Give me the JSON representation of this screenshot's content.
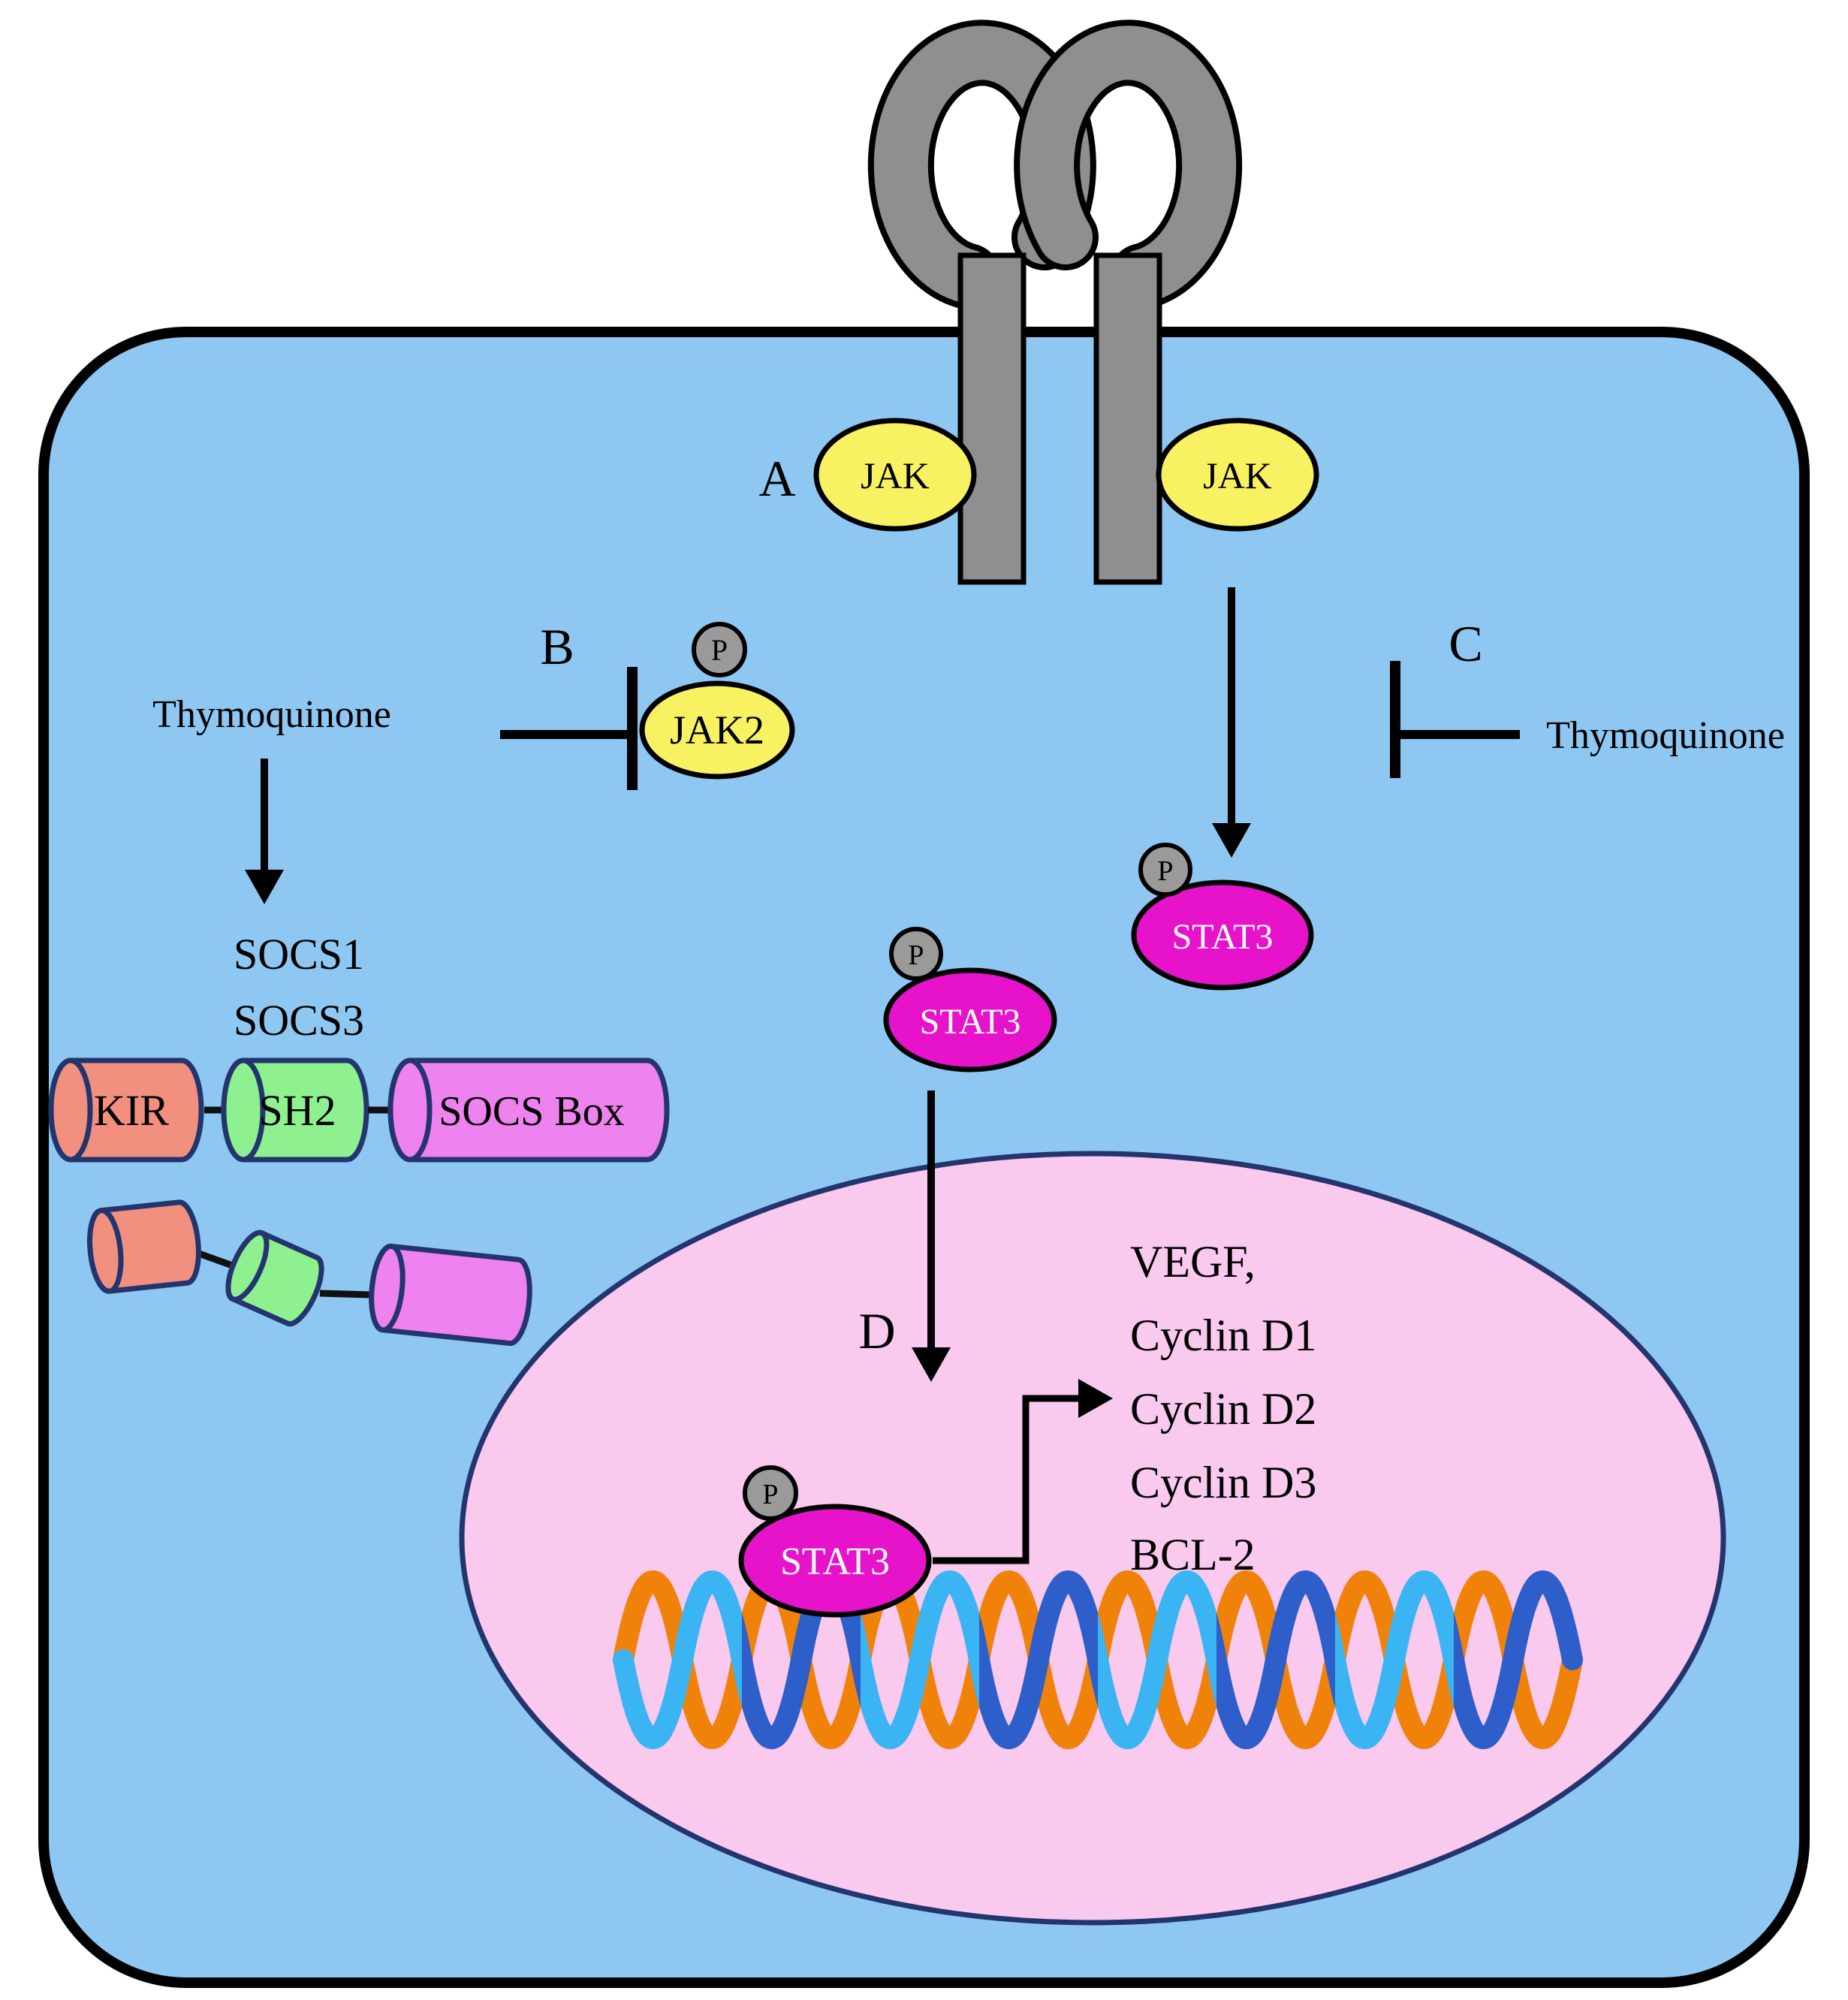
{
  "labels": {
    "a": "A",
    "b": "B",
    "c": "C",
    "d": "D"
  },
  "receptor": {
    "jak_left": "JAK",
    "jak_right": "JAK"
  },
  "jak2": {
    "label": "JAK2",
    "phospho": "P"
  },
  "stat3_cyto_right": {
    "label": "STAT3",
    "phospho": "P"
  },
  "stat3_cyto_mid": {
    "label": "STAT3",
    "phospho": "P"
  },
  "stat3_nuclear": {
    "label": "STAT3",
    "phospho": "P"
  },
  "inhibitors": {
    "left": "Thymoquinone",
    "right": "Thymoquinone"
  },
  "socs": {
    "socs1": "SOCS1",
    "socs3": "SOCS3"
  },
  "socs_domains": {
    "kir": "KIR",
    "sh2": "SH2",
    "socs_box": "SOCS Box"
  },
  "target_genes": [
    "VEGF,",
    "Cyclin D1",
    "Cyclin D2",
    "Cyclin D3",
    "BCL-2"
  ],
  "colors": {
    "cell": "#8ec7f2",
    "nucleus": "#f9c9ee",
    "receptor_gray": "#8f8f8f",
    "jak_yellow": "#f8f263",
    "stat3_magenta": "#e613cb",
    "phospho_gray": "#9a9a9a",
    "kir_salmon": "#f2907f",
    "sh2_green": "#8ef08e",
    "socs_box_violet": "#ee82ee",
    "dna_orange": "#f0820a",
    "dna_blue_dark": "#2d5ec9",
    "dna_blue_light": "#3ab4f2",
    "outline_navy": "#24356e"
  }
}
